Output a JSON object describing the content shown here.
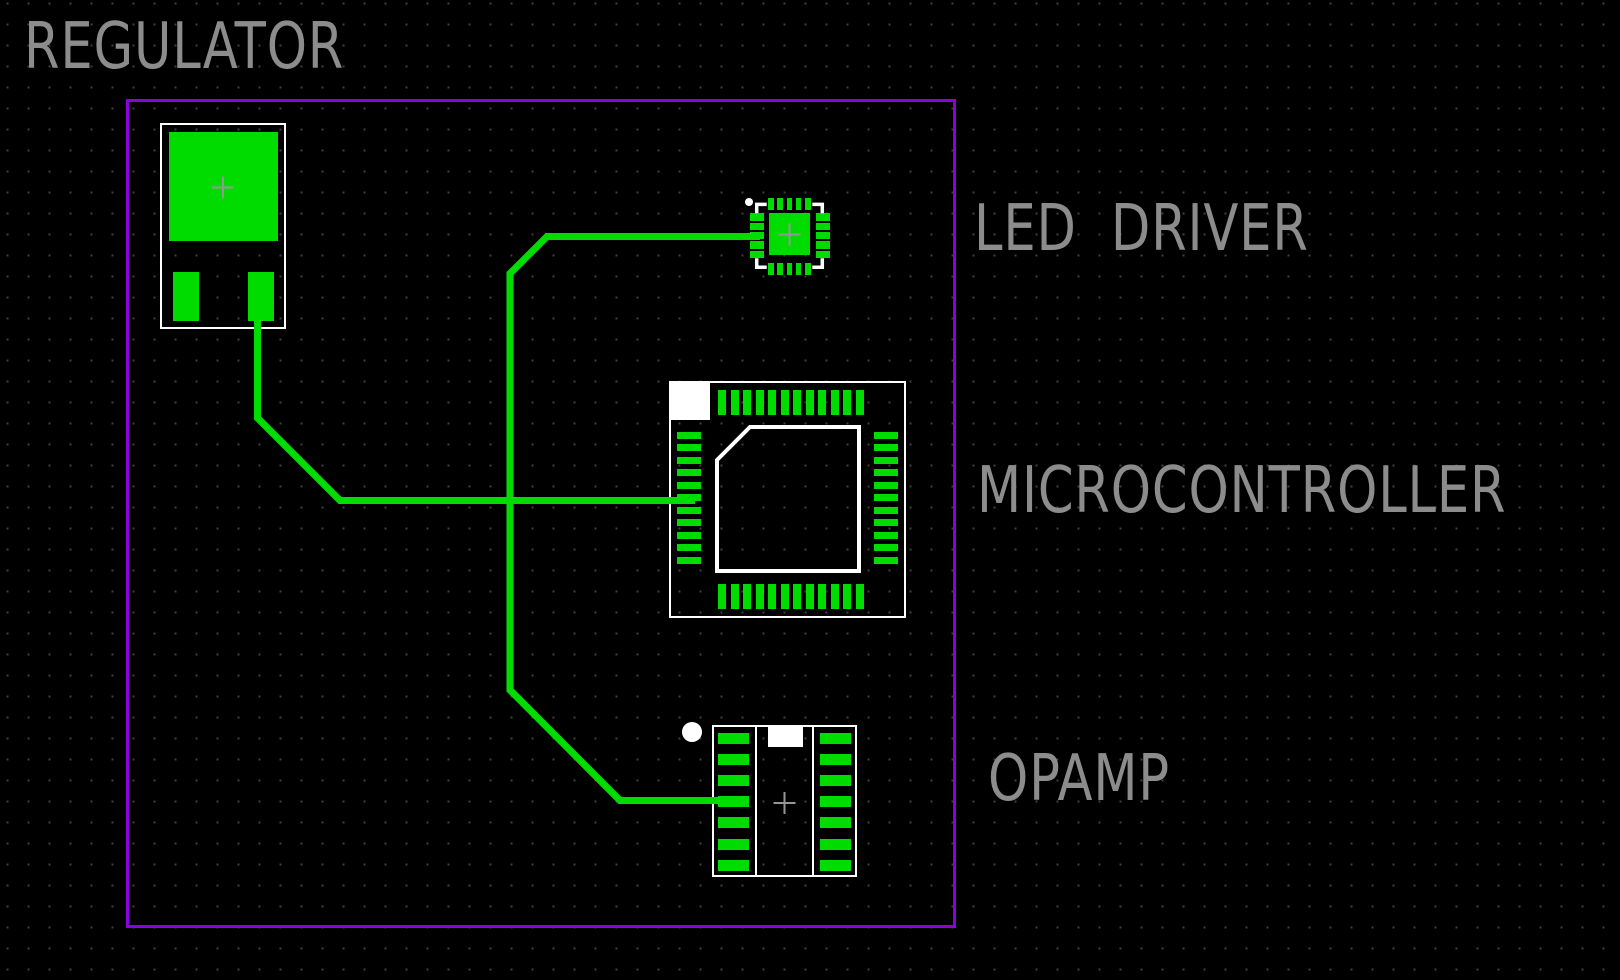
{
  "components": {
    "regulator": {
      "label": "REGULATOR",
      "visible_pads": 3
    },
    "led_driver": {
      "label": "LED  DRIVER",
      "visible_pads": 21
    },
    "microcontroller": {
      "label": "MICROCONTROLLER",
      "visible_pads": 46
    },
    "opamp": {
      "label": "OPAMP",
      "visible_pads": 14
    }
  },
  "colors": {
    "background": "#000000",
    "grid_dot": "#3f3f3f",
    "copper": "#00dc00",
    "silkscreen": "#ffffff",
    "board_outline": "#8b00dd",
    "label_text": "#8c8c8c",
    "origin_cross": "#969696"
  }
}
